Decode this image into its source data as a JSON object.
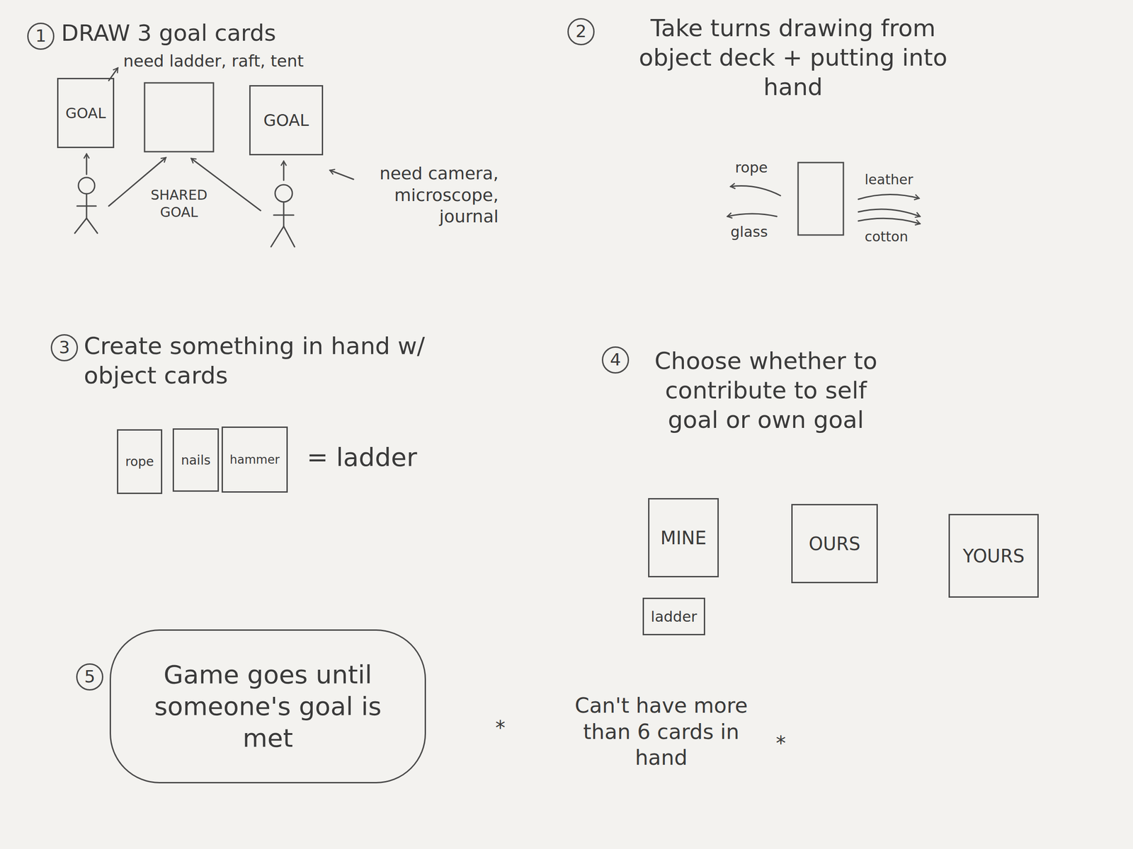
{
  "diagram": {
    "nodes": [
      {
        "text": [
          "GOAL"
        ]
      },
      {
        "text": [
          "GOAL"
        ]
      },
      {
        "text": [
          "rope"
        ]
      },
      {
        "text": [
          "nails"
        ]
      },
      {
        "text": [
          "hammer"
        ]
      },
      {
        "text": [
          "MINE"
        ]
      },
      {
        "text": [
          "OURS"
        ]
      },
      {
        "text": [
          "YOURS"
        ]
      },
      {
        "text": [
          "ladder"
        ]
      },
      {
        "text": [
          "Game goes until someone's goal is met"
        ]
      }
    ],
    "labels": [
      "1",
      "DRAW 3 goal cards",
      "need ladder, raft, tent",
      "SHARED GOAL",
      "need camera, microscope, journal",
      "2",
      "Take turns drawing from object deck + putting into hand",
      "rope",
      "glass",
      "leather",
      "cotton",
      "3",
      "Create something in hand w/ object cards",
      "= ladder",
      "4",
      "Choose whether to contribute to self goal or own goal",
      "5",
      "*",
      "Can't have more than 6 cards in hand",
      "*"
    ]
  }
}
